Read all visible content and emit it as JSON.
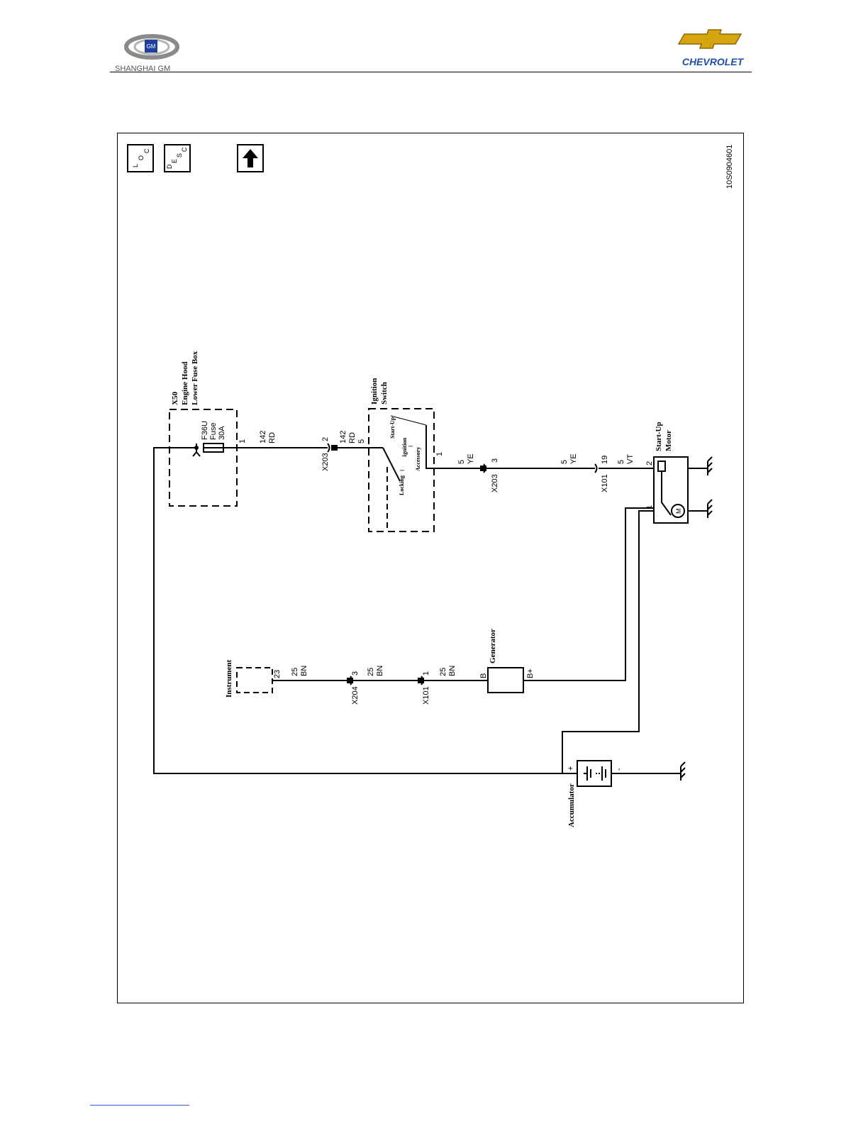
{
  "header": {
    "left_logo_text": "SHANGHAI GM",
    "left_logo_badge": "GM",
    "right_logo_text": "CHEVROLET"
  },
  "toolbar": {
    "loc_label": [
      "L",
      "O",
      "C"
    ],
    "desc_label": [
      "D",
      "E",
      "S",
      "C"
    ],
    "up_icon": "up-arrow-icon"
  },
  "diagram": {
    "id": "10S0904601",
    "fuse_box": {
      "title_line1": "X50",
      "title_line2": "Engine Hood",
      "title_line3": "Lower Fuse Box",
      "fuse_name": "F36U",
      "fuse_label": "Fuse",
      "fuse_rating": "30A",
      "pin": "1"
    },
    "wire_142": {
      "gauge": "142",
      "color": "RD"
    },
    "conn_x203_a": {
      "name": "X203",
      "pin": "2"
    },
    "wire_142b": {
      "gauge": "142",
      "color": "RD",
      "pin": "5"
    },
    "ignition": {
      "title_line1": "Ignition",
      "title_line2": "Switch",
      "pos_startup": "Start-Up",
      "pos_ignition": "Ignition",
      "pos_ignition_num": "I",
      "pos_accessory": "Accessory",
      "pos_accessory_num": "I",
      "pos_locking": "Locking",
      "pin": "1"
    },
    "wire_5ye_a": {
      "gauge": "5",
      "color": "YE"
    },
    "conn_x203_b": {
      "name": "X203",
      "pin": "3"
    },
    "wire_5ye_b": {
      "gauge": "5",
      "color": "YE"
    },
    "conn_x101_a": {
      "name": "X101",
      "pin": "19"
    },
    "wire_5vt": {
      "gauge": "5",
      "color": "VT"
    },
    "starter": {
      "title_line1": "Start-Up",
      "title_line2": "Motor",
      "pin_top": "2",
      "pin_bottom": "1",
      "motor": "M"
    },
    "instrument": {
      "title": "Instrument",
      "pin": "23"
    },
    "wire_25bn_a": {
      "gauge": "25",
      "color": "BN"
    },
    "conn_x204": {
      "name": "X204",
      "pin": "3"
    },
    "wire_25bn_b": {
      "gauge": "25",
      "color": "BN"
    },
    "conn_x101_b": {
      "name": "X101",
      "pin": "1"
    },
    "wire_25bn_c": {
      "gauge": "25",
      "color": "BN"
    },
    "generator": {
      "title": "Generator",
      "pin_b": "B",
      "pin_bplus": "B+"
    },
    "accumulator": {
      "title": "Accumulator",
      "plus": "+",
      "minus": "-"
    }
  }
}
